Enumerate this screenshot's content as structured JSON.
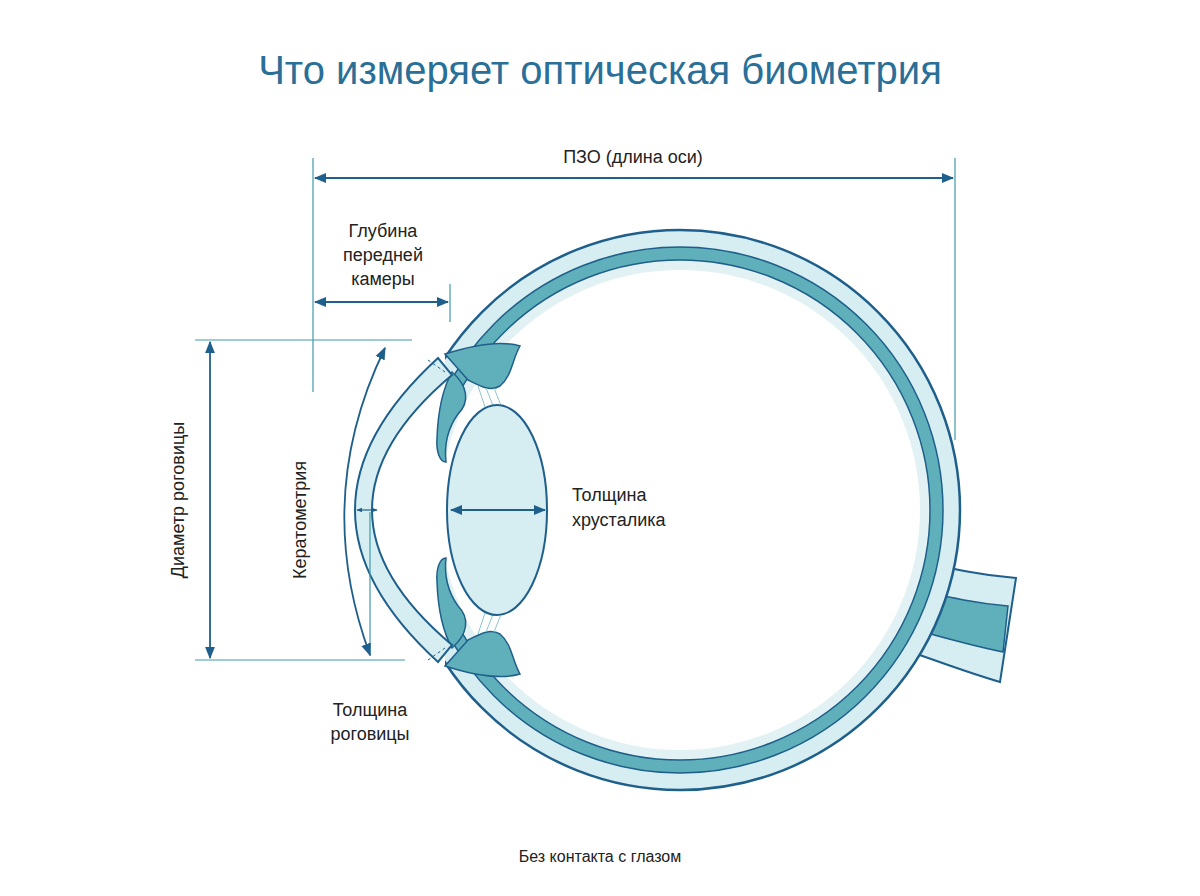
{
  "diagram": {
    "title": "Что измеряет оптическая биометрия",
    "caption": "Без контакта с глазом",
    "labels": [
      "ПЗО (длина оси)",
      "Глубина передней камеры",
      "Диаметр роговицы",
      "Кератометрия",
      "Толщина хрусталика",
      "Толщина роговицы"
    ]
  }
}
